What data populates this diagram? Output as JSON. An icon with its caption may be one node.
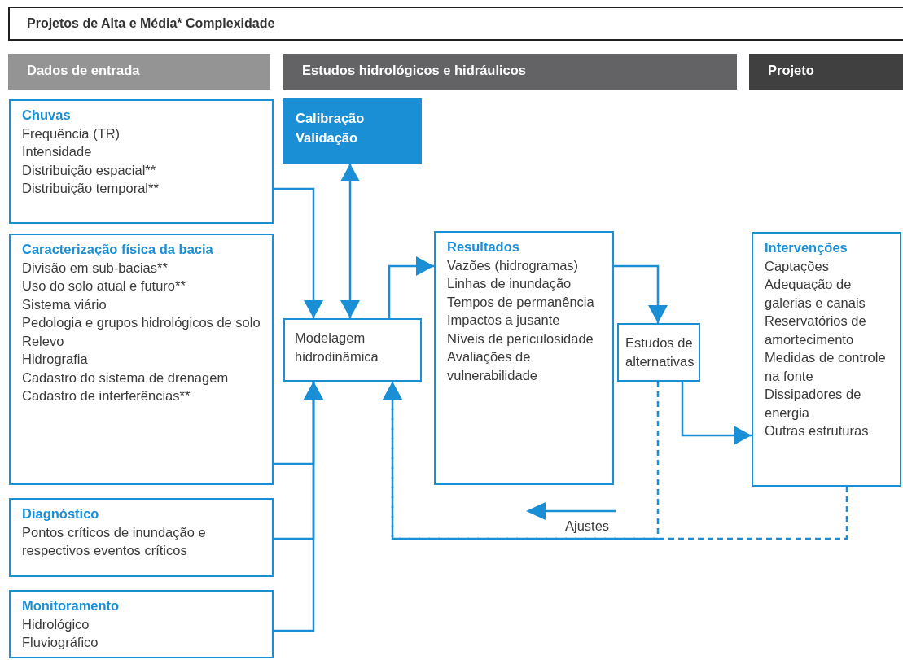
{
  "diagram": {
    "title": "Projetos de Alta e Média* Complexidade",
    "nodes": [
      {
        "text": [
          "Dados de entrada"
        ]
      },
      {
        "text": [
          "Estudos hidrológicos e hidráulicos"
        ]
      },
      {
        "text": [
          "Projeto"
        ]
      },
      {
        "text": [
          "Chuvas",
          "Frequência (TR)",
          "Intensidade",
          "Distribuição espacial**",
          "Distribuição temporal**"
        ]
      },
      {
        "text": [
          "Caracterização física da bacia",
          "Divisão em sub-bacias**",
          "Uso do solo atual e futuro**",
          "Sistema viário",
          "Pedologia e grupos hidrológicos de solo",
          "Relevo",
          "Hidrografia",
          "Cadastro do sistema de drenagem",
          "Cadastro de interferências**"
        ]
      },
      {
        "text": [
          "Diagnóstico",
          "Pontos críticos de inundação e respectivos eventos críticos"
        ]
      },
      {
        "text": [
          "Monitoramento",
          "Hidrológico",
          "Fluviográfico"
        ]
      },
      {
        "text": [
          "Calibração",
          "Validação"
        ]
      },
      {
        "text": [
          "Modelagem hidrodinâmica"
        ]
      },
      {
        "text": [
          "Resultados",
          "Vazões (hidrogramas)",
          "Linhas de inundação",
          "Tempos de permanência",
          "Impactos a jusante",
          "Níveis de periculosidade",
          "Avaliações de vulnerabilidade"
        ]
      },
      {
        "text": [
          "Estudos de alternativas"
        ]
      },
      {
        "text": [
          "Intervenções",
          "Captações",
          "Adequação de galerias e canais",
          "Reservatórios de amortecimento",
          "Medidas de controle na fonte",
          "Dissipadores de energia",
          "Outras estruturas"
        ]
      }
    ],
    "edges": [
      {
        "from": 3,
        "to": 8,
        "arrow": "to"
      },
      {
        "from": 4,
        "to": 8,
        "arrow": "to"
      },
      {
        "from": 5,
        "to": 8,
        "arrow": "to"
      },
      {
        "from": 6,
        "to": 8,
        "arrow": "to"
      },
      {
        "from": 7,
        "to": 8,
        "arrow": "both"
      },
      {
        "from": 8,
        "to": 9,
        "arrow": "to"
      },
      {
        "from": 9,
        "to": 10,
        "arrow": "to"
      },
      {
        "from": 10,
        "to": 11,
        "arrow": "to"
      },
      {
        "from": 10,
        "to": 8,
        "arrow": "to",
        "style": "dashed",
        "label": "Ajustes"
      },
      {
        "from": 11,
        "to": 8,
        "arrow": "to",
        "style": "dashed"
      }
    ]
  }
}
